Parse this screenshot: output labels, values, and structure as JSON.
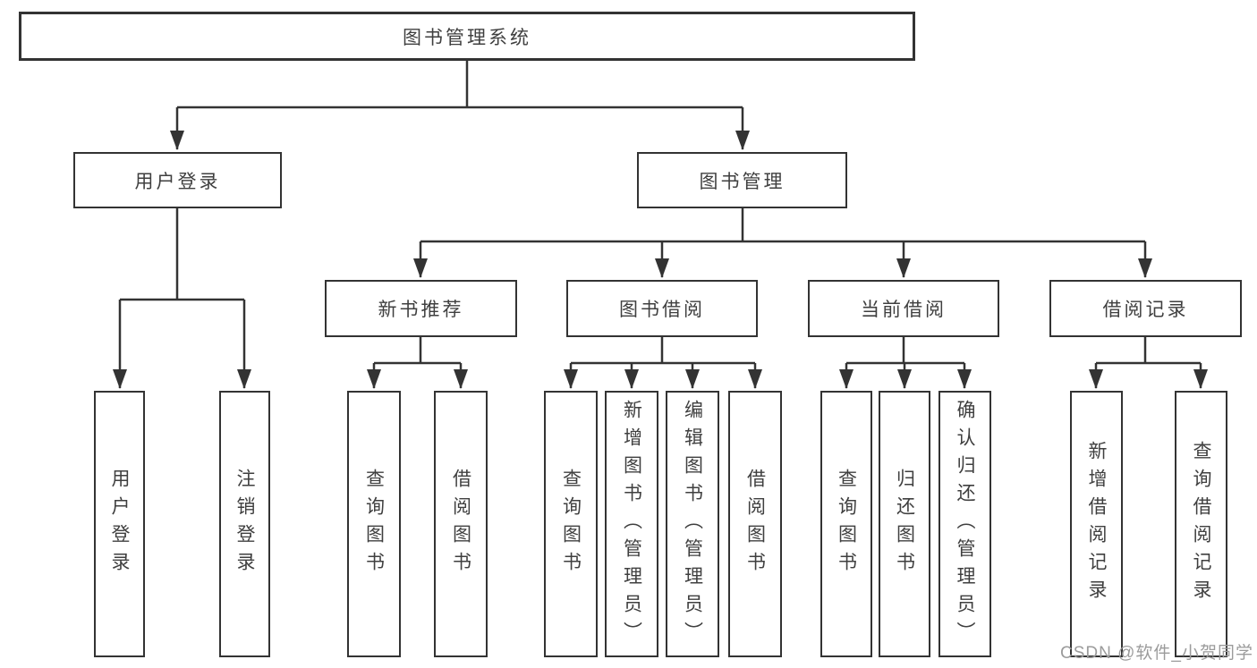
{
  "colors": {
    "line": "#333333",
    "text": "#3f3f3f",
    "watermark": "#9b9b9b",
    "background": "#ffffff"
  },
  "watermark": {
    "text": "CSDN @软件_小贺同学"
  },
  "diagram": {
    "root": {
      "label": "图书管理系统"
    },
    "branches": [
      {
        "label": "用户登录",
        "children": [
          {
            "label": "用户登录"
          },
          {
            "label": "注销登录"
          }
        ]
      },
      {
        "label": "图书管理",
        "children": [
          {
            "label": "新书推荐",
            "children": [
              {
                "label": "查询图书"
              },
              {
                "label": "借阅图书"
              }
            ]
          },
          {
            "label": "图书借阅",
            "children": [
              {
                "label": "查询图书"
              },
              {
                "label": "新增图书（管理员）"
              },
              {
                "label": "编辑图书（管理员）"
              },
              {
                "label": "借阅图书"
              }
            ]
          },
          {
            "label": "当前借阅",
            "children": [
              {
                "label": "查询图书"
              },
              {
                "label": "归还图书"
              },
              {
                "label": "确认归还（管理员）"
              }
            ]
          },
          {
            "label": "借阅记录",
            "children": [
              {
                "label": "新增借阅记录"
              },
              {
                "label": "查询借阅记录"
              }
            ]
          }
        ]
      }
    ]
  }
}
